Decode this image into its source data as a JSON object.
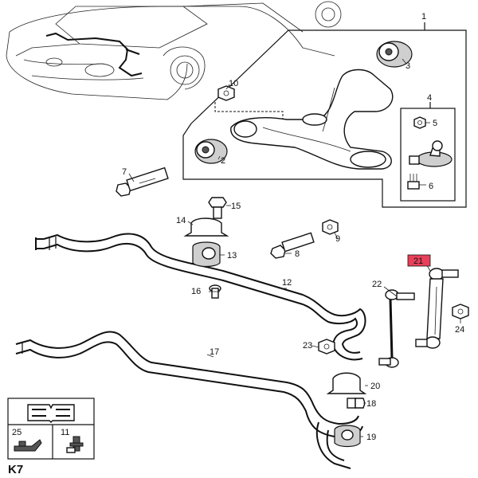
{
  "diagram": {
    "page_code": "K7",
    "highlight_color": "#e8405a",
    "callouts": {
      "c1": "1",
      "c2": "2",
      "c3": "3",
      "c4": "4",
      "c5": "5",
      "c6": "6",
      "c7": "7",
      "c8": "8",
      "c9": "9",
      "c10": "10",
      "c11": "11",
      "c12": "12",
      "c13": "13",
      "c14": "14",
      "c15": "15",
      "c16": "16",
      "c17": "17",
      "c18": "18",
      "c19": "19",
      "c20": "20",
      "c21": "21",
      "c22": "22",
      "c23": "23",
      "c24": "24",
      "c25": "25"
    },
    "highlighted_part": "21"
  }
}
